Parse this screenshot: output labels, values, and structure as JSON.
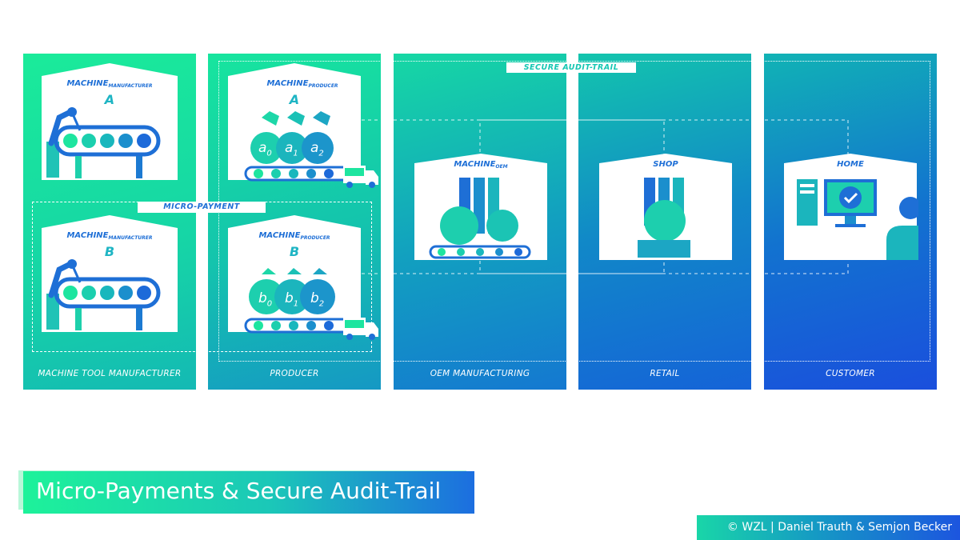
{
  "columns": [
    {
      "label": "MACHINE TOOL MANUFACTURER"
    },
    {
      "label": "PRODUCER"
    },
    {
      "label": "OEM MANUFACTURING"
    },
    {
      "label": "RETAIL"
    },
    {
      "label": "CUSTOMER"
    }
  ],
  "factories": {
    "mm_a": {
      "title": "MACHINE",
      "sub": "MANUFACTURER",
      "letter": "A"
    },
    "mm_b": {
      "title": "MACHINE",
      "sub": "MANUFACTURER",
      "letter": "B"
    },
    "pr_a": {
      "title": "MACHINE",
      "sub": "PRODUCER",
      "letter": "A",
      "goods": [
        "a",
        "a",
        "a"
      ],
      "goods_sub": [
        "0",
        "1",
        "2"
      ]
    },
    "pr_b": {
      "title": "MACHINE",
      "sub": "PRODUCER",
      "letter": "B",
      "goods": [
        "b",
        "b",
        "b"
      ],
      "goods_sub": [
        "0",
        "1",
        "2"
      ]
    },
    "oem": {
      "title": "MACHINE",
      "sub": "OEM"
    },
    "shop": {
      "title": "SHOP"
    },
    "home": {
      "title": "HOME"
    }
  },
  "tags": {
    "audit": "SECURE AUDIT-TRAIL",
    "payment": "MICRO-PAYMENT"
  },
  "footer": {
    "title": "Micro-Payments & Secure Audit-Trail",
    "credit": "© WZL | Daniel Trauth & Semjon Becker"
  },
  "colors": {
    "accent_green": "#1aeb9a",
    "accent_blue": "#1c55df",
    "text_blue": "#1e6fd6"
  },
  "icons": [
    "robot-arm-icon",
    "conveyor-icon",
    "gear-bag-icon",
    "truck-icon",
    "server-icon",
    "gear-icon",
    "monitor-check-icon",
    "computer-tower-icon",
    "person-icon"
  ]
}
